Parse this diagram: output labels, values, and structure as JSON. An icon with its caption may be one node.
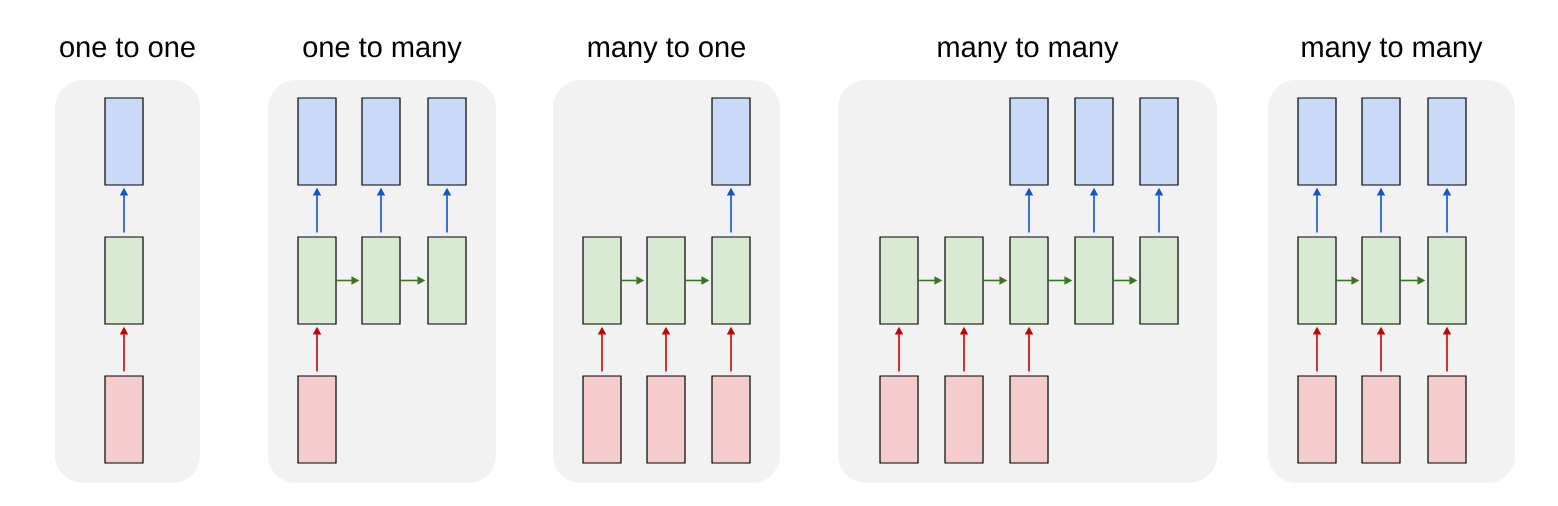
{
  "diagram": {
    "nodes": [
      {
        "text": [
          "one to one"
        ]
      },
      {
        "text": [],
        "shape": "box",
        "in": 0
      },
      {
        "text": [],
        "shape": "box",
        "in": 0
      },
      {
        "text": [],
        "shape": "box",
        "in": 0
      },
      {
        "text": [
          "one to many"
        ]
      },
      {
        "text": [],
        "shape": "box",
        "in": 4
      },
      {
        "text": [],
        "shape": "box",
        "in": 4
      },
      {
        "text": [],
        "shape": "box",
        "in": 4
      },
      {
        "text": [],
        "shape": "box",
        "in": 4
      },
      {
        "text": [],
        "shape": "box",
        "in": 4
      },
      {
        "text": [],
        "shape": "box",
        "in": 4
      },
      {
        "text": [],
        "shape": "box",
        "in": 4
      },
      {
        "text": [
          "many to one"
        ]
      },
      {
        "text": [],
        "shape": "box",
        "in": 12
      },
      {
        "text": [],
        "shape": "box",
        "in": 12
      },
      {
        "text": [],
        "shape": "box",
        "in": 12
      },
      {
        "text": [],
        "shape": "box",
        "in": 12
      },
      {
        "text": [],
        "shape": "box",
        "in": 12
      },
      {
        "text": [],
        "shape": "box",
        "in": 12
      },
      {
        "text": [],
        "shape": "box",
        "in": 12
      },
      {
        "text": [
          "many to many"
        ]
      },
      {
        "text": [],
        "shape": "box",
        "in": 20
      },
      {
        "text": [],
        "shape": "box",
        "in": 20
      },
      {
        "text": [],
        "shape": "box",
        "in": 20
      },
      {
        "text": [],
        "shape": "box",
        "in": 20
      },
      {
        "text": [],
        "shape": "box",
        "in": 20
      },
      {
        "text": [],
        "shape": "box",
        "in": 20
      },
      {
        "text": [],
        "shape": "box",
        "in": 20
      },
      {
        "text": [],
        "shape": "box",
        "in": 20
      },
      {
        "text": [],
        "shape": "box",
        "in": 20
      },
      {
        "text": [],
        "shape": "box",
        "in": 20
      },
      {
        "text": [],
        "shape": "box",
        "in": 20
      },
      {
        "text": [
          "many to many"
        ]
      },
      {
        "text": [],
        "shape": "box",
        "in": 32
      },
      {
        "text": [],
        "shape": "box",
        "in": 32
      },
      {
        "text": [],
        "shape": "box",
        "in": 32
      },
      {
        "text": [],
        "shape": "box",
        "in": 32
      },
      {
        "text": [],
        "shape": "box",
        "in": 32
      },
      {
        "text": [],
        "shape": "box",
        "in": 32
      },
      {
        "text": [],
        "shape": "box",
        "in": 32
      },
      {
        "text": [],
        "shape": "box",
        "in": 32
      },
      {
        "text": [],
        "shape": "box",
        "in": 32
      }
    ],
    "edges": [
      {
        "from": 3,
        "to": 2,
        "arrow": "to",
        "color": "#cc0000"
      },
      {
        "from": 2,
        "to": 1,
        "arrow": "to",
        "color": "#1155cc"
      },
      {
        "from": 11,
        "to": 8,
        "arrow": "to",
        "color": "#cc0000"
      },
      {
        "from": 8,
        "to": 5,
        "arrow": "to",
        "color": "#1155cc"
      },
      {
        "from": 9,
        "to": 6,
        "arrow": "to",
        "color": "#1155cc"
      },
      {
        "from": 10,
        "to": 7,
        "arrow": "to",
        "color": "#1155cc"
      },
      {
        "from": 8,
        "to": 9,
        "arrow": "to",
        "color": "#38761d"
      },
      {
        "from": 9,
        "to": 10,
        "arrow": "to",
        "color": "#38761d"
      },
      {
        "from": 17,
        "to": 14,
        "arrow": "to",
        "color": "#cc0000"
      },
      {
        "from": 18,
        "to": 15,
        "arrow": "to",
        "color": "#cc0000"
      },
      {
        "from": 19,
        "to": 16,
        "arrow": "to",
        "color": "#cc0000"
      },
      {
        "from": 14,
        "to": 15,
        "arrow": "to",
        "color": "#38761d"
      },
      {
        "from": 15,
        "to": 16,
        "arrow": "to",
        "color": "#38761d"
      },
      {
        "from": 16,
        "to": 13,
        "arrow": "to",
        "color": "#1155cc"
      },
      {
        "from": 29,
        "to": 24,
        "arrow": "to",
        "color": "#cc0000"
      },
      {
        "from": 30,
        "to": 25,
        "arrow": "to",
        "color": "#cc0000"
      },
      {
        "from": 31,
        "to": 26,
        "arrow": "to",
        "color": "#cc0000"
      },
      {
        "from": 24,
        "to": 25,
        "arrow": "to",
        "color": "#38761d"
      },
      {
        "from": 25,
        "to": 26,
        "arrow": "to",
        "color": "#38761d"
      },
      {
        "from": 26,
        "to": 27,
        "arrow": "to",
        "color": "#38761d"
      },
      {
        "from": 27,
        "to": 28,
        "arrow": "to",
        "color": "#38761d"
      },
      {
        "from": 26,
        "to": 21,
        "arrow": "to",
        "color": "#1155cc"
      },
      {
        "from": 27,
        "to": 22,
        "arrow": "to",
        "color": "#1155cc"
      },
      {
        "from": 28,
        "to": 23,
        "arrow": "to",
        "color": "#1155cc"
      },
      {
        "from": 39,
        "to": 36,
        "arrow": "to",
        "color": "#cc0000"
      },
      {
        "from": 40,
        "to": 37,
        "arrow": "to",
        "color": "#cc0000"
      },
      {
        "from": 41,
        "to": 38,
        "arrow": "to",
        "color": "#cc0000"
      },
      {
        "from": 36,
        "to": 37,
        "arrow": "to",
        "color": "#38761d"
      },
      {
        "from": 37,
        "to": 38,
        "arrow": "to",
        "color": "#38761d"
      },
      {
        "from": 36,
        "to": 33,
        "arrow": "to",
        "color": "#1155cc"
      },
      {
        "from": 37,
        "to": 34,
        "arrow": "to",
        "color": "#1155cc"
      },
      {
        "from": 38,
        "to": 35,
        "arrow": "to",
        "color": "#1155cc"
      }
    ]
  }
}
